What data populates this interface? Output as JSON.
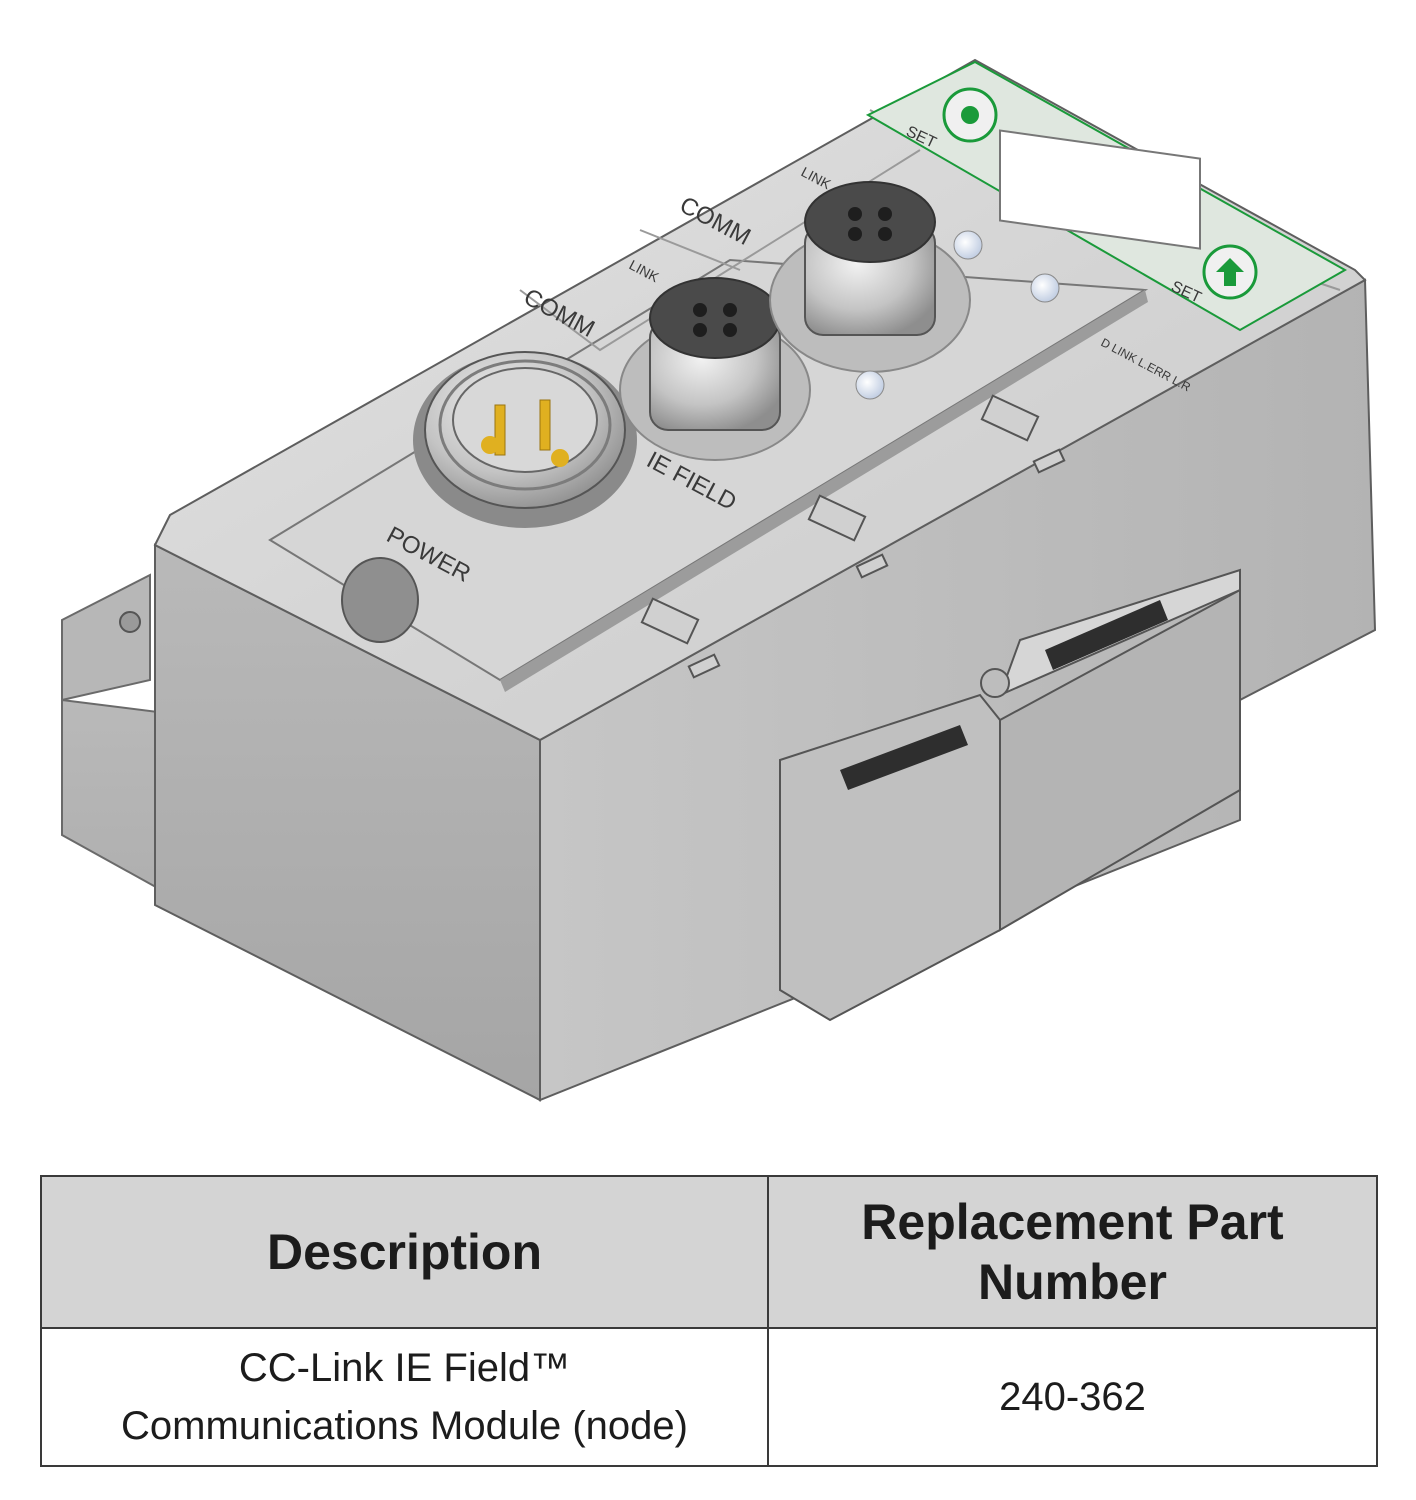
{
  "figure": {
    "labels": {
      "power": "POWER",
      "comm_1": "COMM",
      "comm_2": "COMM",
      "link_1": "LINK",
      "link_2": "LINK",
      "ie_field": "IE FIELD",
      "set_top": "SET",
      "set_bottom": "SET",
      "led_labels": "D LINK L.ERR L.R"
    },
    "colors": {
      "housing": "#c8c8c8",
      "button_green": "#1a9a3a",
      "pin_gold": "#e0b020"
    }
  },
  "table": {
    "headers": [
      "Description",
      "Replacement Part Number"
    ],
    "rows": [
      {
        "description": "CC-Link IE Field™ Communications Module (node)",
        "part_number": "240-362"
      }
    ]
  }
}
